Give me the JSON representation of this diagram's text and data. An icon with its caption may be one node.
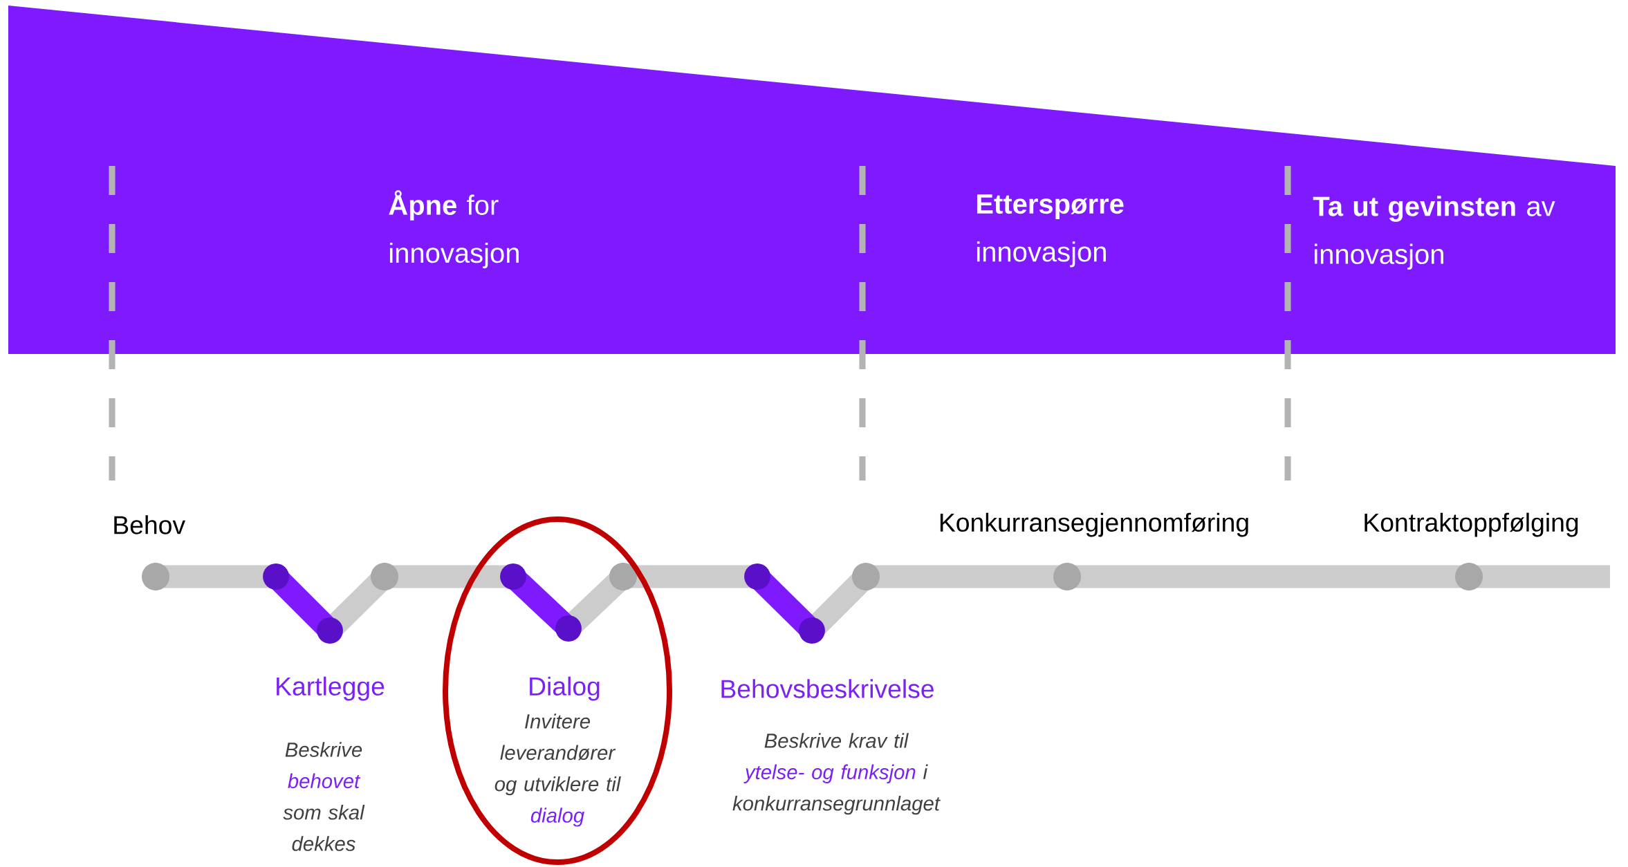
{
  "diagram": {
    "nodes": [
      {
        "text": [
          "**Åpne** for innovasjon",
          "**Etterspørre** innovasjon",
          "**Ta ut gevinsten** av innovasjon"
        ]
      },
      {
        "text": [
          "Dialog",
          "Invitere leverandører og utviklere til",
          "dialog"
        ]
      }
    ],
    "labels": [
      "Behov",
      "Konkurransegjennomføring",
      "Kontraktoppfølging",
      "Kartlegge",
      "Beskrive",
      "behovet",
      "som skal dekkes",
      "Behovsbeskrivelse",
      "Beskrive krav til",
      "ytelse- og funksjon",
      "i konkurransegrunnlaget"
    ]
  }
}
